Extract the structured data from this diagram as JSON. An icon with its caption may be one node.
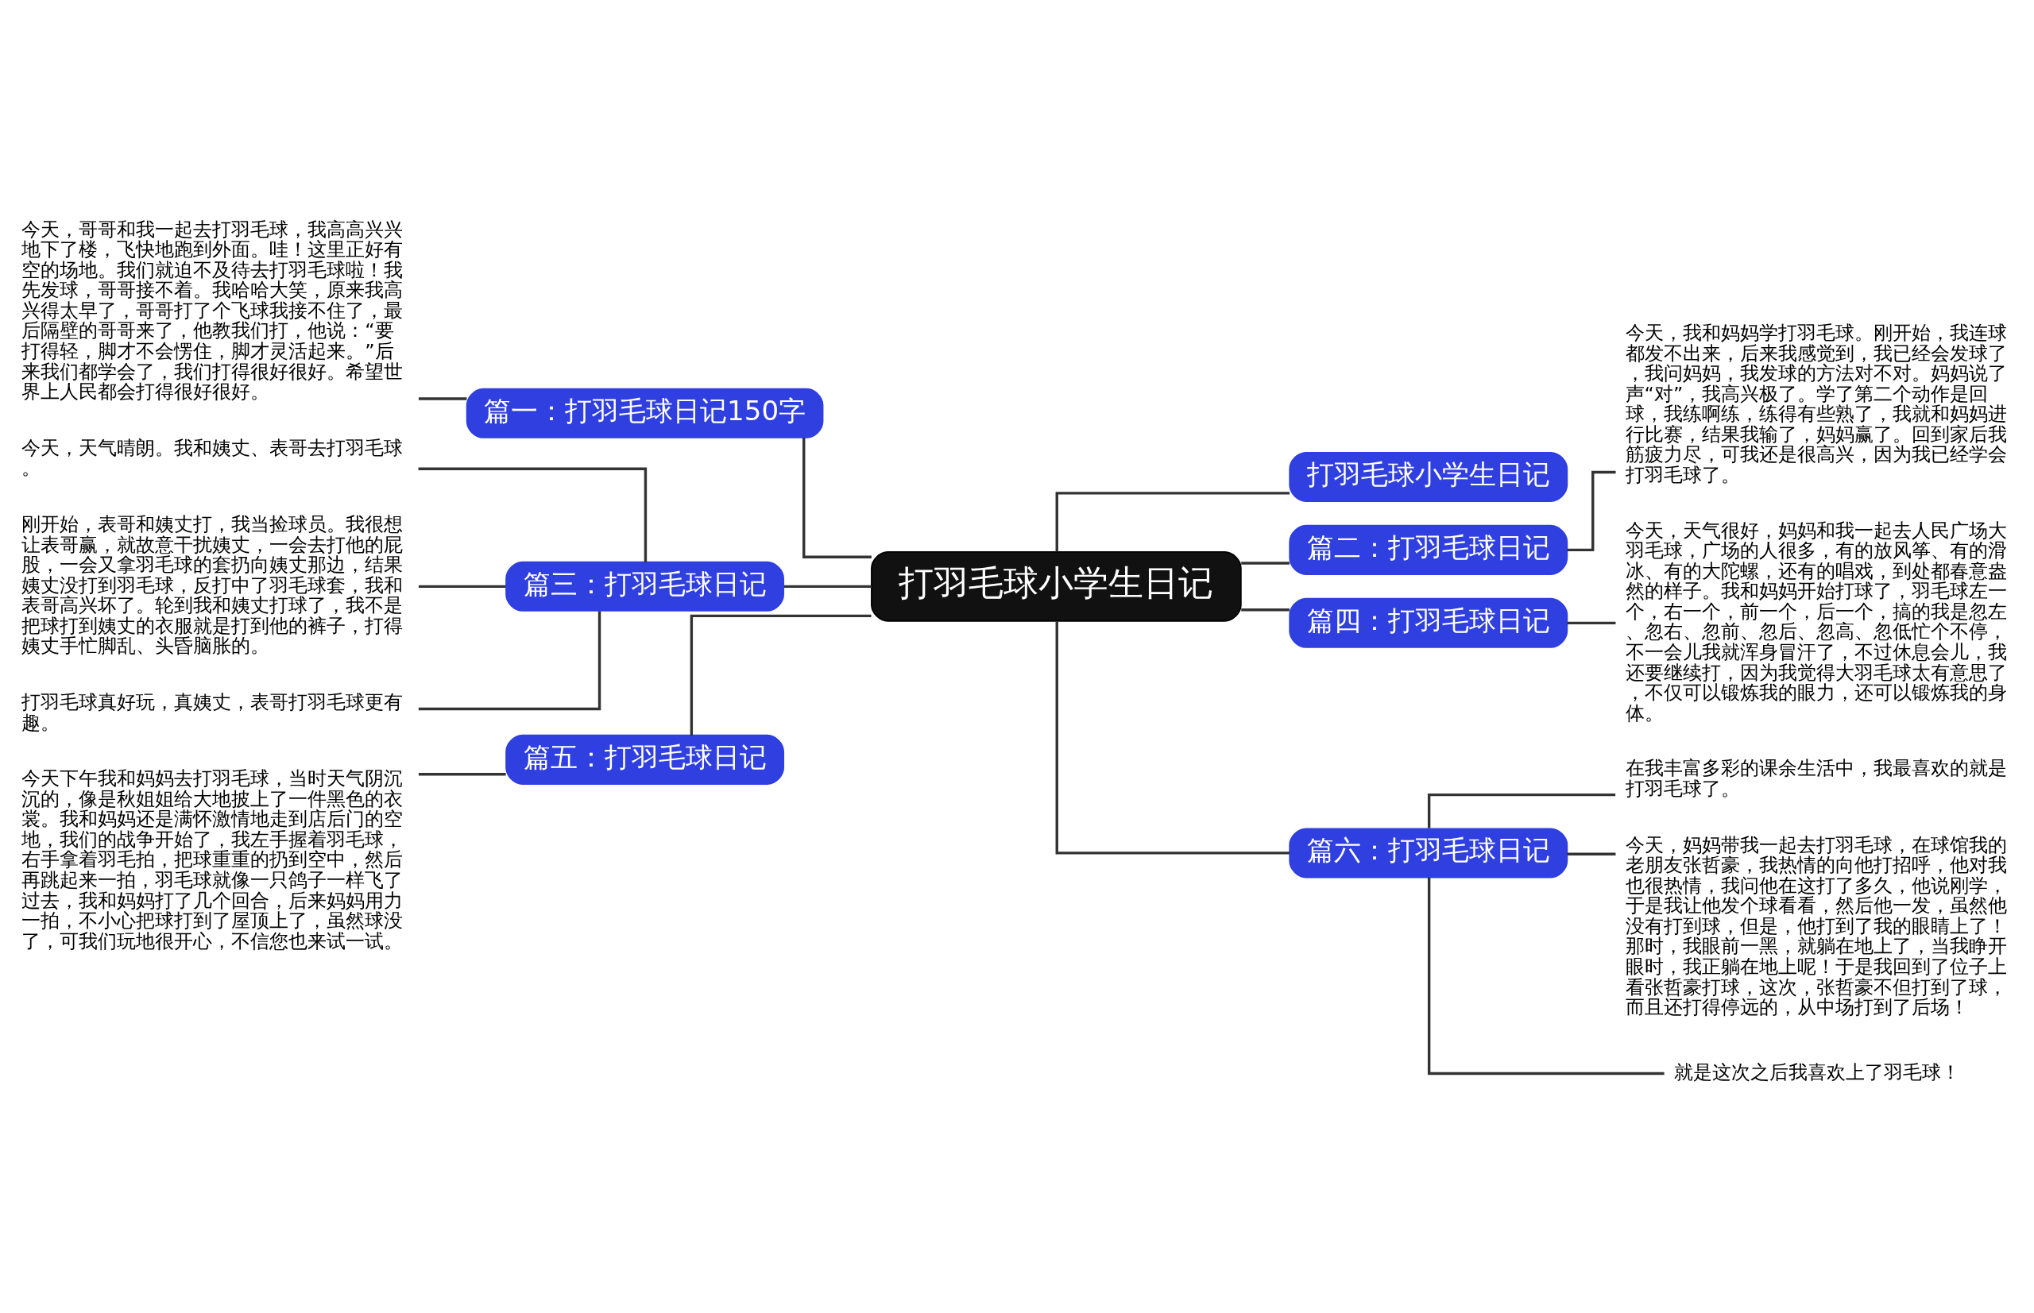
{
  "diagram": {
    "nodes": [
      {
        "text": [
          "打羽毛球小学生日记"
        ]
      },
      {
        "text": [
          "篇一：打羽毛球日记150字"
        ]
      },
      {
        "text": [
          "今天，哥哥和我一起去打羽毛球，我高高兴兴地下了楼，飞快地跑到外面。哇！这里正好有空的场地。我们就迫不及待去打羽毛球啦！我先发球，哥哥接不着。我哈哈大笑，原来我高兴得太早了，哥哥打了个飞球我接不住了，最后隔壁的哥哥来了，他教我们打，他说：“要打得轻，脚才不会愣住，脚才灵活起来。”后来我们都学会了，我们打得很好很好。希望世界上人民都会打得很好很好。"
        ]
      },
      {
        "text": [
          "篇三：打羽毛球日记"
        ]
      },
      {
        "text": [
          "今天，天气晴朗。我和姨丈、表哥去打羽毛球。"
        ]
      },
      {
        "text": [
          "刚开始，表哥和姨丈打，我当捡球员。我很想让表哥赢，就故意干扰姨丈，一会去打他的屁股，一会又拿羽毛球的套扔向姨丈那边，结果姨丈没打到羽毛球，反打中了羽毛球套，我和表哥高兴坏了。轮到我和姨丈打球了，我不是把球打到姨丈的衣服就是打到他的裤子，打得姨丈手忙脚乱、头昏脑胀的。"
        ]
      },
      {
        "text": [
          "打羽毛球真好玩，真姨丈，表哥打羽毛球更有趣。"
        ]
      },
      {
        "text": [
          "篇五：打羽毛球日记"
        ]
      },
      {
        "text": [
          "今天下午我和妈妈去打羽毛球，当时天气阴沉沉的，像是秋姐姐给大地披上了一件黑色的衣裳。我和妈妈还是满怀激情地走到店后门的空地，我们的战争开始了，我左手握着羽毛球，右手拿着羽毛拍，把球重重的扔到空中，然后再跳起来一拍，羽毛球就像一只鸽子一样飞了过去，我和妈妈打了几个回合，后来妈妈用力一拍，不小心把球打到了屋顶上了，虽然球没了，可我们玩地很开心，不信您也来试一试。"
        ]
      },
      {
        "text": [
          "打羽毛球小学生日记"
        ]
      },
      {
        "text": [
          "篇二：打羽毛球日记"
        ]
      },
      {
        "text": [
          "今天，我和妈妈学打羽毛球。刚开始，我连球都发不出来，后来我感觉到，我已经会发球了，我问妈妈，我发球的方法对不对。妈妈说了声“对”，我高兴极了。学了第二个动作是回球，我练啊练，练得有些熟了，我就和妈妈进行比赛，结果我输了，妈妈赢了。回到家后我筋疲力尽，可我还是很高兴，因为我已经学会打羽毛球了。"
        ]
      },
      {
        "text": [
          "篇四：打羽毛球日记"
        ]
      },
      {
        "text": [
          "今天，天气很好，妈妈和我一起去人民广场大羽毛球，广场的人很多，有的放风筝、有的滑冰、有的大陀螺，还有的唱戏，到处都春意盎然的样子。我和妈妈开始打球了，羽毛球左一个，右一个，前一个，后一个，搞的我是忽左、忽右、忽前、忽后、忽高、忽低忙个不停，不一会儿我就浑身冒汗了，不过休息会儿，我还要继续打，因为我觉得大羽毛球太有意思了，不仅可以锻炼我的眼力，还可以锻炼我的身体。"
        ]
      },
      {
        "text": [
          "篇六：打羽毛球日记"
        ]
      },
      {
        "text": [
          "在我丰富多彩的课余生活中，我最喜欢的就是打羽毛球了。"
        ]
      },
      {
        "text": [
          "今天，妈妈带我一起去打羽毛球，在球馆我的老朋友张哲豪，我热情的向他打招呼，他对我也很热情，我问他在这打了多久，他说刚学，于是我让他发个球看看，然后他一发，虽然他没有打到球，但是，他打到了我的眼睛上了！那时，我眼前一黑，就躺在地上了，当我睁开眼时，我正躺在地上呢！于是我回到了位子上看张哲豪打球，这次，张哲豪不但打到了球，而且还打得停远的，从中场打到了后场！"
        ]
      },
      {
        "text": [
          "就是这次之后我喜欢上了羽毛球！"
        ]
      }
    ],
    "edges": [
      {
        "from": 2,
        "to": 1,
        "arrow": "none"
      },
      {
        "from": 1,
        "to": 0,
        "arrow": "none"
      },
      {
        "from": 4,
        "to": 3,
        "arrow": "none"
      },
      {
        "from": 5,
        "to": 3,
        "arrow": "none"
      },
      {
        "from": 6,
        "to": 3,
        "arrow": "none"
      },
      {
        "from": 3,
        "to": 0,
        "arrow": "none"
      },
      {
        "from": 8,
        "to": 7,
        "arrow": "none"
      },
      {
        "from": 7,
        "to": 0,
        "arrow": "none"
      },
      {
        "from": 0,
        "to": 9,
        "arrow": "none"
      },
      {
        "from": 0,
        "to": 10,
        "arrow": "none"
      },
      {
        "from": 10,
        "to": 11,
        "arrow": "none"
      },
      {
        "from": 0,
        "to": 12,
        "arrow": "none"
      },
      {
        "from": 12,
        "to": 13,
        "arrow": "none"
      },
      {
        "from": 0,
        "to": 14,
        "arrow": "none"
      },
      {
        "from": 14,
        "to": 15,
        "arrow": "none"
      },
      {
        "from": 14,
        "to": 16,
        "arrow": "none"
      },
      {
        "from": 14,
        "to": 17,
        "arrow": "none"
      }
    ]
  }
}
